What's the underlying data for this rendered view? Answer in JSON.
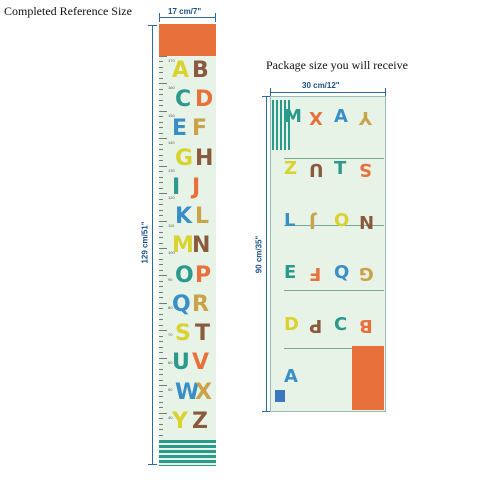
{
  "captions": {
    "completed": "Completed Reference Size",
    "package": "Package size you will receive"
  },
  "dimensions": {
    "width_completed": "17 cm/7\"",
    "height_completed": "129 cm/51\"",
    "width_package": "30 cm/12\"",
    "height_package": "90 cm/35\""
  },
  "ruler_numbers": [
    "170",
    "160",
    "150",
    "140",
    "130",
    "120",
    "110",
    "100",
    "90",
    "80",
    "70",
    "60",
    "50",
    "40"
  ],
  "colors": {
    "orange": "#e8703a",
    "teal": "#2b9a8c",
    "yellow": "#d9d22f",
    "brown": "#8a5a3c",
    "blue": "#3a8fc7",
    "tan": "#c9a24a",
    "mint": "#e8f3e8"
  },
  "chart_rows": [
    {
      "letters": [
        "A",
        "B"
      ]
    },
    {
      "letters": [
        "C",
        "D"
      ]
    },
    {
      "letters": [
        "E",
        "F"
      ]
    },
    {
      "letters": [
        "G",
        "H"
      ]
    },
    {
      "letters": [
        "I",
        "J"
      ]
    },
    {
      "letters": [
        "K",
        "L"
      ]
    },
    {
      "letters": [
        "M",
        "N"
      ]
    },
    {
      "letters": [
        "O",
        "P"
      ]
    },
    {
      "letters": [
        "Q",
        "R"
      ]
    },
    {
      "letters": [
        "S",
        "T"
      ]
    },
    {
      "letters": [
        "U",
        "V"
      ]
    },
    {
      "letters": [
        "W",
        "X"
      ]
    },
    {
      "letters": [
        "Y",
        "Z"
      ]
    }
  ],
  "package_letters": [
    "M",
    "X",
    "A",
    "Y",
    "Z",
    "U",
    "T",
    "S",
    "L",
    "J",
    "O",
    "N",
    "E",
    "F",
    "Q",
    "G",
    "D",
    "P",
    "C",
    "B",
    "A"
  ]
}
